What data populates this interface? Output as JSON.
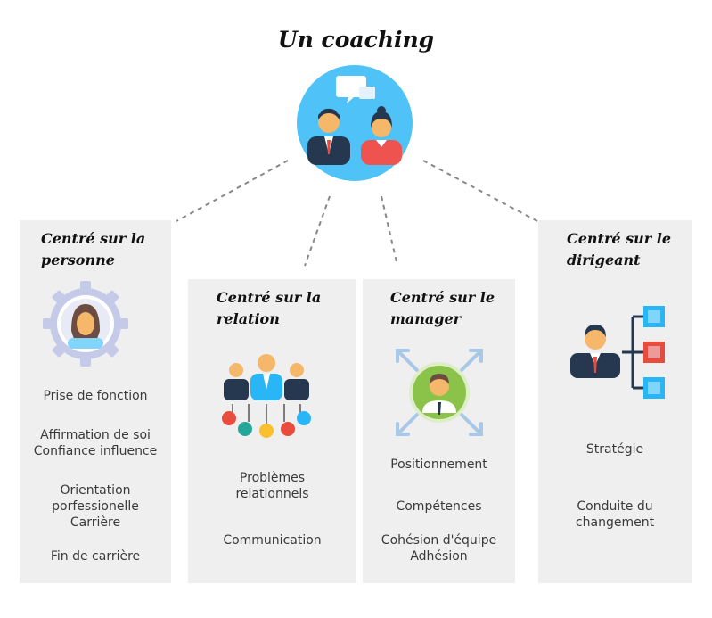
{
  "title": "Un coaching",
  "colors": {
    "hub_bg": "#4fc3f7",
    "card_bg": "#efefef",
    "green": "#8bc34a",
    "red": "#e74c3c",
    "blue": "#29b6f6"
  },
  "cards": [
    {
      "title": "Centré sur la personne",
      "items": [
        "Prise de fonction",
        "Affirmation de soi\nConfiance influence",
        "Orientation\nporfessionelle\nCarrière",
        "Fin de carrière"
      ],
      "icon": "woman-gear-icon"
    },
    {
      "title": "Centré sur la relation",
      "items": [
        "Problèmes\nrelationnels",
        "Communication"
      ],
      "icon": "team-network-icon"
    },
    {
      "title": "Centré sur le manager",
      "items": [
        "Positionnement",
        "Compétences",
        "Cohésion d'équipe\nAdhésion"
      ],
      "icon": "manager-arrows-icon"
    },
    {
      "title": "Centré sur le dirigeant",
      "items": [
        "Stratégie",
        "Conduite du\nchangement"
      ],
      "icon": "leader-hierarchy-icon"
    }
  ]
}
